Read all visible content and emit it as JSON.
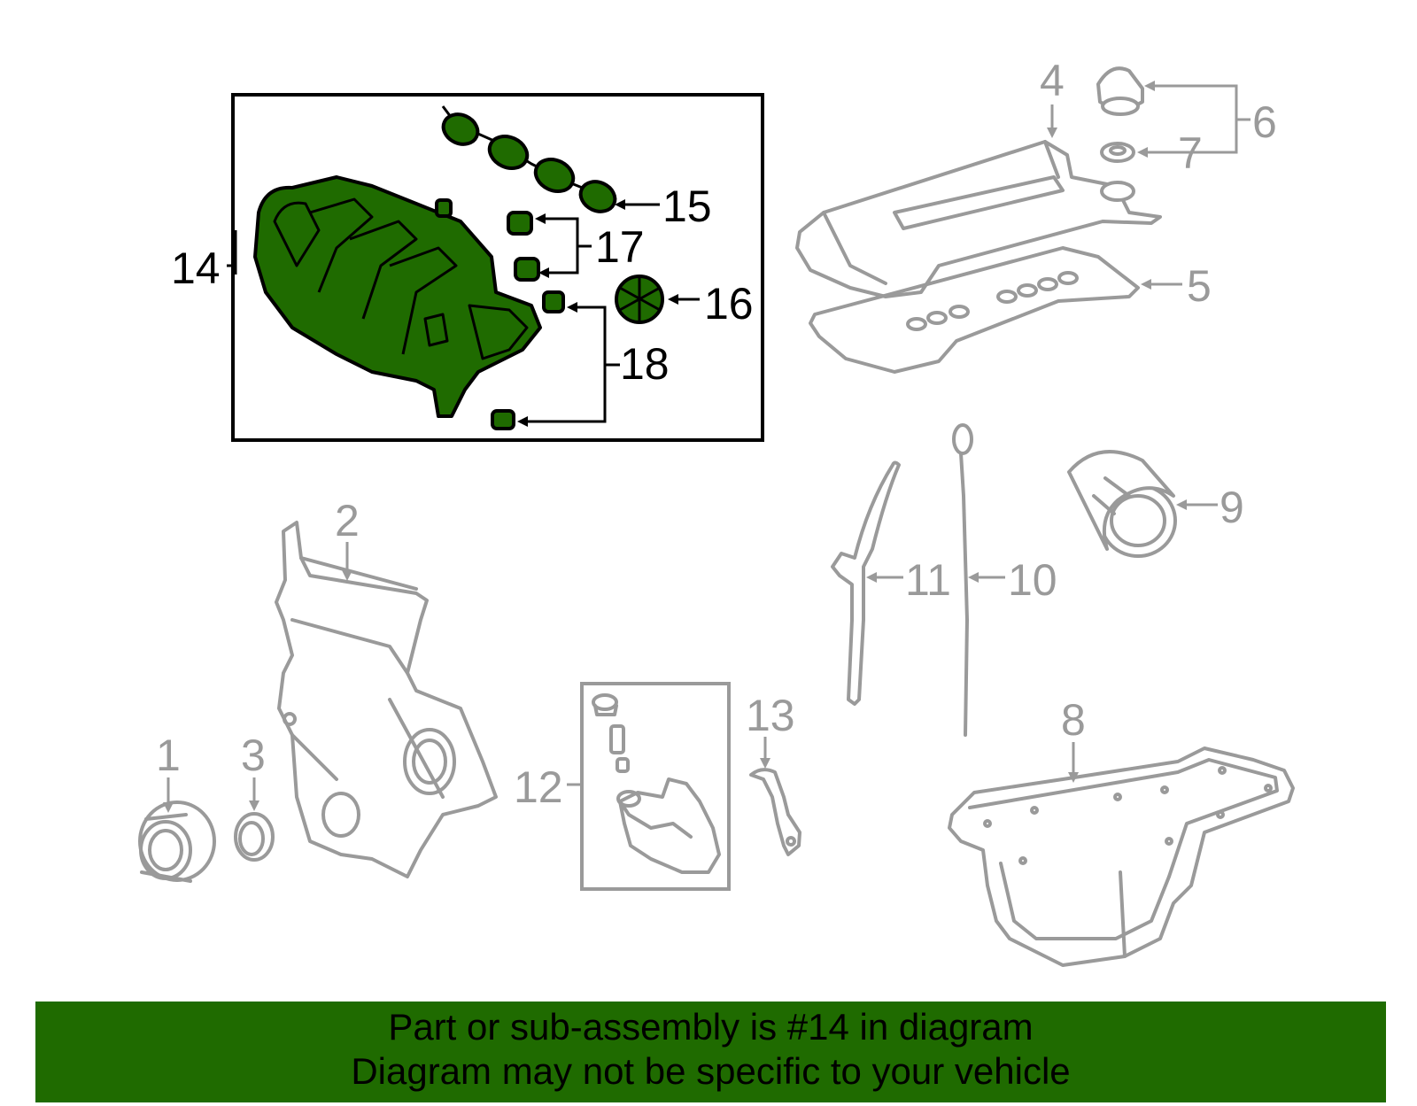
{
  "diagram": {
    "highlight_color": "#1f6b00",
    "part_color": "#9a9a9a",
    "callouts": {
      "c1": "1",
      "c2": "2",
      "c3": "3",
      "c4": "4",
      "c5": "5",
      "c6": "6",
      "c7": "7",
      "c8": "8",
      "c9": "9",
      "c10": "10",
      "c11": "11",
      "c12": "12",
      "c13": "13",
      "c14": "14",
      "c15": "15",
      "c16": "16",
      "c17": "17",
      "c18": "18"
    }
  },
  "banner": {
    "line1": "Part or sub-assembly is #14 in diagram",
    "line2": "Diagram may not be specific to your vehicle"
  }
}
